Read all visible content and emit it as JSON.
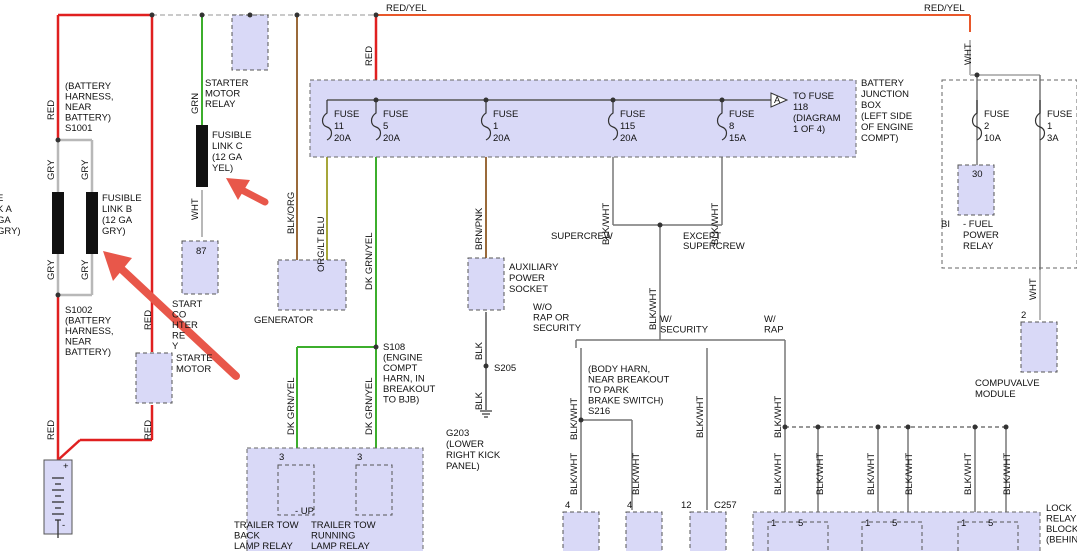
{
  "wire_labels": {
    "red_yel_top": "RED/YEL",
    "red_yel_right": "RED/YEL",
    "red_vertical": "RED",
    "red_left": "RED",
    "red_battery": "RED",
    "red_starter_a": "RED",
    "red_starter_b": "RED",
    "gry_1": "GRY",
    "gry_2": "GRY",
    "gry_3": "GRY",
    "gry_4": "GRY",
    "grn": "GRN",
    "wht_fusible": "WHT",
    "wht_right_top": "WHT",
    "wht_right_bottom": "WHT",
    "blk_org": "BLK/ORG",
    "org_lt_blu": "ORG/LT BLU",
    "dk_grn_yel_1": "DK GRN/YEL",
    "dk_grn_yel_2": "DK GRN/YEL",
    "dk_grn_yel_3": "DK GRN/YEL",
    "brn_pnk": "BRN/PNK",
    "blk_1": "BLK",
    "blk_2": "BLK",
    "blk_wht_a": "BLK/WHT",
    "blk_wht_b": "BLK/WHT",
    "blk_wht_c": "BLK/WHT",
    "blk_wht_d": "BLK/WHT",
    "blk_wht_e": "BLK/WHT",
    "blk_wht_f": "BLK/WHT",
    "blk_wht_g": "BLK/WHT",
    "blk_wht_h": "BLK/WHT",
    "blk_wht_i": "BLK/WHT",
    "blk_wht_j": "BLK/WHT",
    "blk_wht_k": "BLK/WHT",
    "blk_wht_l": "BLK/WHT",
    "blk_wht_m": "BLK/WHT",
    "blk_wht_n": "BLK/WHT"
  },
  "splices": {
    "s1001": [
      "(BATTERY",
      "HARNESS,",
      "NEAR",
      "BATTERY)",
      "S1001"
    ],
    "s1002": [
      "S1002",
      "(BATTERY",
      "HARNESS,",
      "NEAR",
      "BATTERY)"
    ],
    "s108": [
      "S108",
      "(ENGINE",
      "COMPT",
      "HARN, IN",
      "BREAKOUT",
      "TO BJB)"
    ],
    "s205": "S205",
    "s216": [
      "(BODY HARN,",
      "NEAR BREAKOUT",
      "TO PARK",
      "BRAKE SWITCH)",
      "S216"
    ],
    "g203": [
      "G203",
      "(LOWER",
      "RIGHT KICK",
      "PANEL)"
    ],
    "c257": "C257"
  },
  "components": {
    "fusible_a": [
      "E",
      "K A",
      "GA",
      "GRY)"
    ],
    "fusible_b": [
      "FUSIBLE",
      "LINK B",
      "(12 GA",
      "GRY)"
    ],
    "fusible_c": [
      "FUSIBLE",
      "LINK C",
      "(12 GA",
      "YEL)"
    ],
    "starter_motor_relay": [
      "STARTER",
      "MOTOR",
      "RELAY"
    ],
    "pin_87": "87",
    "start_relay_overlap": [
      "START",
      "CO",
      "HTER",
      "RE",
      "Y"
    ],
    "starter_motor": [
      "STARTE",
      "MOTOR"
    ],
    "generator": "GENERATOR",
    "battery_junction_box": [
      "BATTERY",
      "JUNCTION",
      "BOX",
      "(LEFT SIDE",
      "OF ENGINE",
      "COMPT)"
    ],
    "to_fuse": [
      "TO FUSE",
      "118",
      "(DIAGRAM",
      "1 OF 4)"
    ],
    "aux_socket": [
      "AUXILIARY",
      "POWER",
      "SOCKET"
    ],
    "fuel_relay": [
      "- FUEL",
      "POWER",
      "RELAY"
    ],
    "fuel_relay_prefix": "BI",
    "pin_30": "30",
    "pin_2": "2",
    "compuvalve": [
      "COMPUVALVE",
      "MODULE"
    ],
    "supercrew": "SUPERCREW",
    "except_supercrew": [
      "EXCEPT",
      "SUPERCREW"
    ],
    "wo_rap": [
      "W/O",
      "RAP OR",
      "SECURITY"
    ],
    "w_security": [
      "W/",
      "SECURITY"
    ],
    "w_rap": [
      "W/",
      "RAP"
    ],
    "trailer_tow_back": [
      "TRAILER TOW",
      "BACK",
      "LAMP RELAY"
    ],
    "trailer_tow_running": [
      "TRAILER TOW",
      "RUNNING",
      "LAMP RELAY"
    ],
    "up_label": "- UP",
    "pin_3a": "3",
    "pin_3b": "3",
    "pin_4a": "4",
    "pin_4b": "4",
    "pin_12": "12",
    "pin_1a": "1",
    "pin_5a": "5",
    "pin_1b": "1",
    "pin_5b": "5",
    "pin_1c": "1",
    "pin_5c": "5",
    "lock_relay": [
      "LOCK",
      "RELAY",
      "BLOCK",
      "(BEHIN"
    ]
  },
  "fuses": [
    {
      "name": "FUSE",
      "num": "11",
      "amp": "20A"
    },
    {
      "name": "FUSE",
      "num": "5",
      "amp": "20A"
    },
    {
      "name": "FUSE",
      "num": "1",
      "amp": "20A"
    },
    {
      "name": "FUSE",
      "num": "115",
      "amp": "20A"
    },
    {
      "name": "FUSE",
      "num": "8",
      "amp": "15A"
    },
    {
      "name": "FUSE",
      "num": "2",
      "amp": "10A"
    },
    {
      "name": "FUSE",
      "num": "1",
      "amp": "3A"
    }
  ],
  "fuse_marker": "A",
  "battery_plus": "+",
  "battery_minus": "-",
  "colors": {
    "red": "#e02020",
    "green": "#3cae2c",
    "brown": "#9a6a3a",
    "olive": "#a6a63a",
    "gray": "#b8b8b8",
    "black": "#222222",
    "arrow": "#e8574a",
    "fill": "#d9d9f7"
  }
}
